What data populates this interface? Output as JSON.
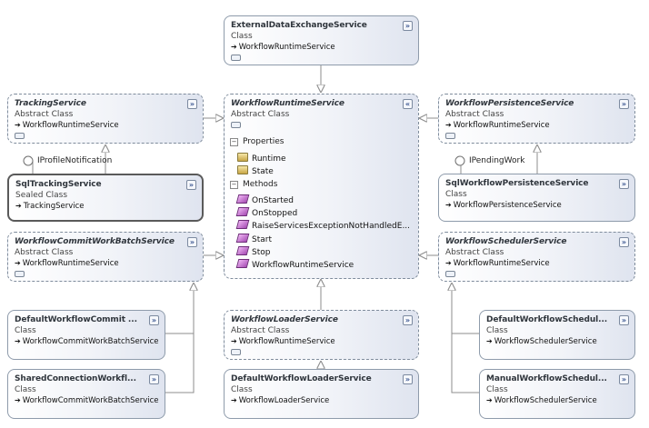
{
  "classes": {
    "external": {
      "name": "ExternalDataExchangeService",
      "kind": "Class",
      "base": "WorkflowRuntimeService"
    },
    "tracking": {
      "name": "TrackingService",
      "kind": "Abstract Class",
      "base": "WorkflowRuntimeService"
    },
    "runtime": {
      "name": "WorkflowRuntimeService",
      "kind": "Abstract Class",
      "properties_label": "Properties",
      "properties": [
        "Runtime",
        "State"
      ],
      "methods_label": "Methods",
      "methods": [
        "OnStarted",
        "OnStopped",
        "RaiseServicesExceptionNotHandledE...",
        "Start",
        "Stop",
        "WorkflowRuntimeService"
      ]
    },
    "persistence": {
      "name": "WorkflowPersistenceService",
      "kind": "Abstract Class",
      "base": "WorkflowRuntimeService"
    },
    "sqltracking": {
      "name": "SqlTrackingService",
      "kind": "Sealed Class",
      "base": "TrackingService"
    },
    "sqlpersistence": {
      "name": "SqlWorkflowPersistenceService",
      "kind": "Class",
      "base": "WorkflowPersistenceService"
    },
    "commitbatch": {
      "name": "WorkflowCommitWorkBatchService",
      "kind": "Abstract Class",
      "base": "WorkflowRuntimeService"
    },
    "scheduler": {
      "name": "WorkflowSchedulerService",
      "kind": "Abstract Class",
      "base": "WorkflowRuntimeService"
    },
    "defaultcommit": {
      "name": "DefaultWorkflowCommit ...",
      "kind": "Class",
      "base": "WorkflowCommitWorkBatchService"
    },
    "loader": {
      "name": "WorkflowLoaderService",
      "kind": "Abstract Class",
      "base": "WorkflowRuntimeService"
    },
    "defaultscheduler": {
      "name": "DefaultWorkflowSchedul...",
      "kind": "Class",
      "base": "WorkflowSchedulerService"
    },
    "sharedconn": {
      "name": "SharedConnectionWorkfl...",
      "kind": "Class",
      "base": "WorkflowCommitWorkBatchService"
    },
    "defaultloader": {
      "name": "DefaultWorkflowLoaderService",
      "kind": "Class",
      "base": "WorkflowLoaderService"
    },
    "manualscheduler": {
      "name": "ManualWorkflowSchedul...",
      "kind": "Class",
      "base": "WorkflowSchedulerService"
    }
  },
  "interfaces": {
    "profile": "IProfileNotification",
    "pending": "IPendingWork"
  },
  "buttons": {
    "collapse": "«",
    "expand": "»"
  },
  "arrow_glyph": "➔",
  "colors": {
    "border": "#8e9bab",
    "line": "#8c8c8c",
    "name_text": "#30363d"
  }
}
